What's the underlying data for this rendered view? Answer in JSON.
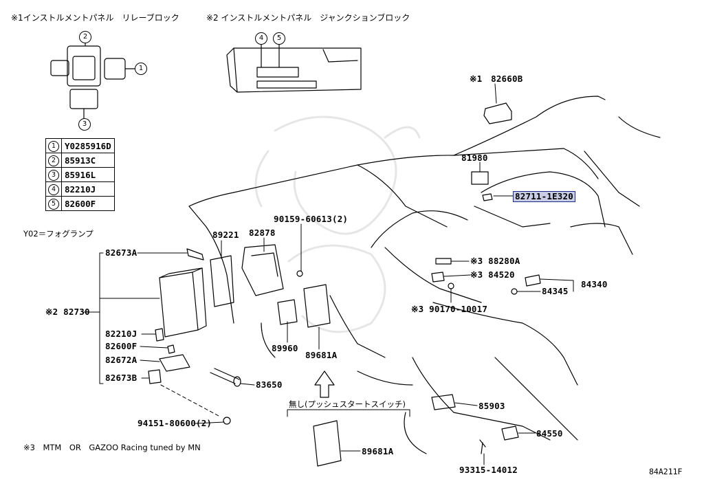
{
  "headers": {
    "relay_block": "※1インストルメントパネル　リレーブロック",
    "junction_block": "※2 インストルメントパネル　ジャンクションブロック"
  },
  "callouts": {
    "c1": "1",
    "c2": "2",
    "c3": "3",
    "c4": "4",
    "c5": "5"
  },
  "legend": [
    {
      "num": "1",
      "part": "Y0285916D"
    },
    {
      "num": "2",
      "part": "85913C"
    },
    {
      "num": "3",
      "part": "85916L"
    },
    {
      "num": "4",
      "part": "82210J"
    },
    {
      "num": "5",
      "part": "82600F"
    }
  ],
  "notes": {
    "y02": "Y02＝フォグランプ",
    "footnote": "※3　MTM　OR　GAZOO Racing tuned by MN",
    "push_start": "無し(プッシュスタートスイッチ)",
    "diagram_id": "84A211F"
  },
  "parts": {
    "p82660B": "※1　82660B",
    "p81980": "81980",
    "p82711": "82711-1E320",
    "p90159": "90159-60613(2)",
    "p89221": "89221",
    "p82878": "82878",
    "p82673A": "82673A",
    "p82730": "※2 82730",
    "p82210J": "82210J",
    "p82600F": "82600F",
    "p82672A": "82672A",
    "p82673B": "82673B",
    "p89960": "89960",
    "p89681A_1": "89681A",
    "p83650": "83650",
    "p94151": "94151-80600(2)",
    "p88280A": "※3 88280A",
    "p84520": "※3 84520",
    "p90170": "※3 90170-10017",
    "p84340": "84340",
    "p84345": "84345",
    "p85903": "85903",
    "p84550": "84550",
    "p93315": "93315-14012",
    "p89681A_2": "89681A"
  },
  "colors": {
    "highlight_fill": "#c9cde6",
    "highlight_border": "#1a2a8a",
    "line": "#000000"
  }
}
